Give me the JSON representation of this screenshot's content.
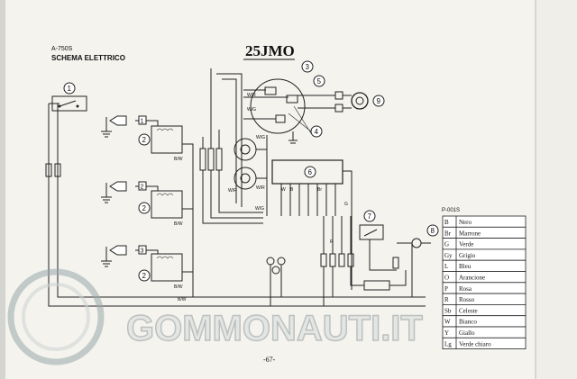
{
  "header": {
    "code": "A-750S",
    "title": "SCHEMA ELETTRICO",
    "model": "25JMO"
  },
  "page_number": "-67-",
  "legend": {
    "code": "P-001S",
    "rows": [
      {
        "code": "B",
        "color": "Nero"
      },
      {
        "code": "Br",
        "color": "Marrone"
      },
      {
        "code": "G",
        "color": "Verde"
      },
      {
        "code": "Gy",
        "color": "Grigio"
      },
      {
        "code": "L",
        "color": "Bleu"
      },
      {
        "code": "O",
        "color": "Arancione"
      },
      {
        "code": "P",
        "color": "Rosa"
      },
      {
        "code": "R",
        "color": "Rosso"
      },
      {
        "code": "Sb",
        "color": "Celeste"
      },
      {
        "code": "W",
        "color": "Bianco"
      },
      {
        "code": "Y",
        "color": "Giallo"
      },
      {
        "code": "Lg",
        "color": "Verde chiaro"
      }
    ]
  },
  "callouts": [
    "1",
    "2",
    "3",
    "4",
    "5",
    "6",
    "7",
    "8",
    "9"
  ],
  "spark_plugs": [
    "1",
    "2",
    "3"
  ],
  "wire_labels": {
    "bw": "B/W",
    "wr": "W/R",
    "wg": "W/G",
    "w": "W",
    "b": "B",
    "r": "R",
    "g": "G",
    "br": "Br"
  },
  "watermark": "GOMMONAUTI.IT"
}
